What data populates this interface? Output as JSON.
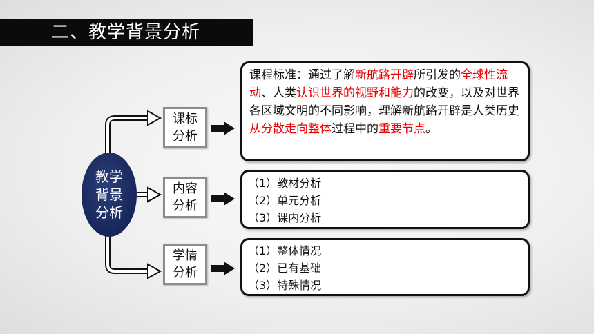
{
  "header": {
    "title": "二、教学背景分析"
  },
  "center": {
    "label": "教学背景分析"
  },
  "branches": [
    {
      "box_label": "课标分析"
    },
    {
      "box_label": "内容分析"
    },
    {
      "box_label": "学情分析"
    }
  ],
  "standard_text": {
    "segments": [
      {
        "text": "课程标准：通过了解",
        "highlight": false
      },
      {
        "text": "新航路开辟",
        "highlight": true
      },
      {
        "text": "所引发的",
        "highlight": false
      },
      {
        "text": "全球性流动",
        "highlight": true
      },
      {
        "text": "、人类",
        "highlight": false
      },
      {
        "text": "认识世界的视野和能力",
        "highlight": true
      },
      {
        "text": "的改变，以及对世界各区域文明的不同影响，理解新航路开辟是人类历史",
        "highlight": false
      },
      {
        "text": "从分散走向整体",
        "highlight": true
      },
      {
        "text": "过程中的",
        "highlight": false
      },
      {
        "text": "重要节点",
        "highlight": true
      },
      {
        "text": "。",
        "highlight": false
      }
    ]
  },
  "content_list": [
    "（1）教材分析",
    "（2）单元分析",
    "（3）课内分析"
  ],
  "student_list": [
    "（1）整体情况",
    "（2）已有基础",
    "（3）特殊情况"
  ],
  "colors": {
    "highlight": "#e60000",
    "ellipse": "#172659",
    "title_bar": "#0b0b0b"
  }
}
